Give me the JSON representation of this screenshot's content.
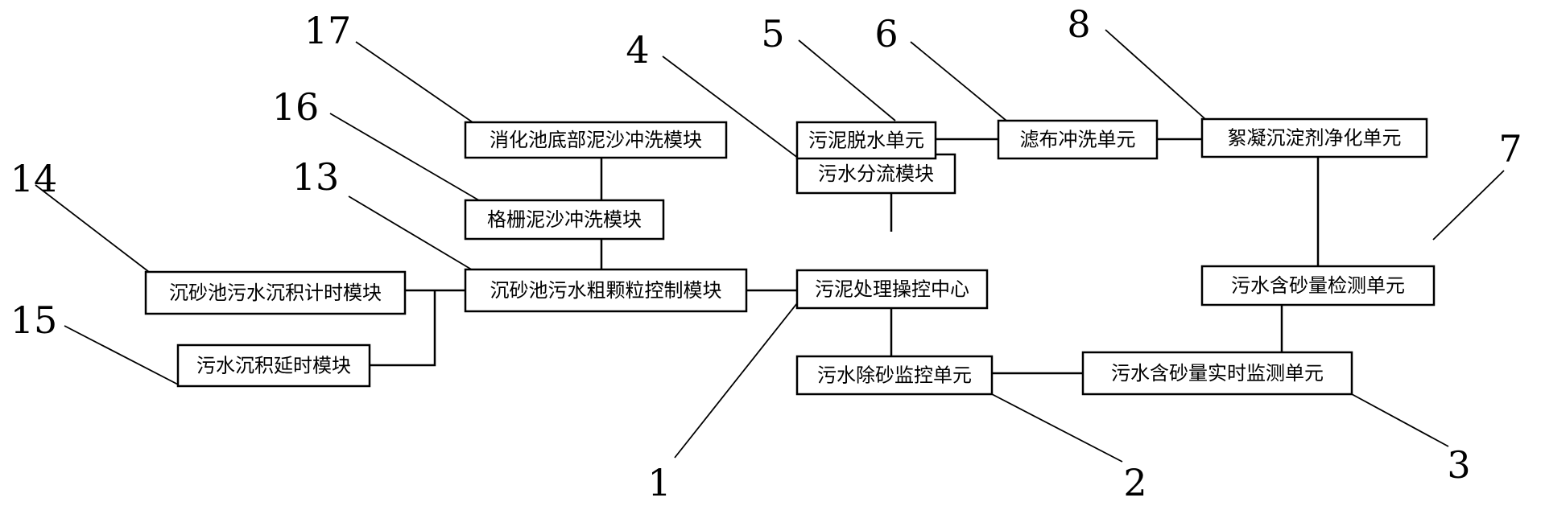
{
  "nodes": {
    "control_center": "污泥处理操控中心",
    "desanding_monitor": "污水除砂监控单元",
    "realtime_sand_monitor": "污水含砂量实时监测单元",
    "diversion_module": "污水分流模块",
    "sludge_dewatering": "污泥脱水单元",
    "filter_cloth_flush": "滤布冲洗单元",
    "sand_content_detect": "污水含砂量检测单元",
    "flocculant_purify": "絮凝沉淀剂净化单元",
    "grit_particle_control": "沉砂池污水粗颗粒控制模块",
    "grit_sediment_timer": "沉砂池污水沉积计时模块",
    "sediment_delay": "污水沉积延时模块",
    "grille_flush": "格栅泥沙冲洗模块",
    "digester_bottom_flush": "消化池底部泥沙冲洗模块"
  },
  "callouts": {
    "c1": "1",
    "c2": "2",
    "c3": "3",
    "c4": "4",
    "c5": "5",
    "c6": "6",
    "c7": "7",
    "c8": "8",
    "c13": "13",
    "c14": "14",
    "c15": "15",
    "c16": "16",
    "c17": "17"
  }
}
